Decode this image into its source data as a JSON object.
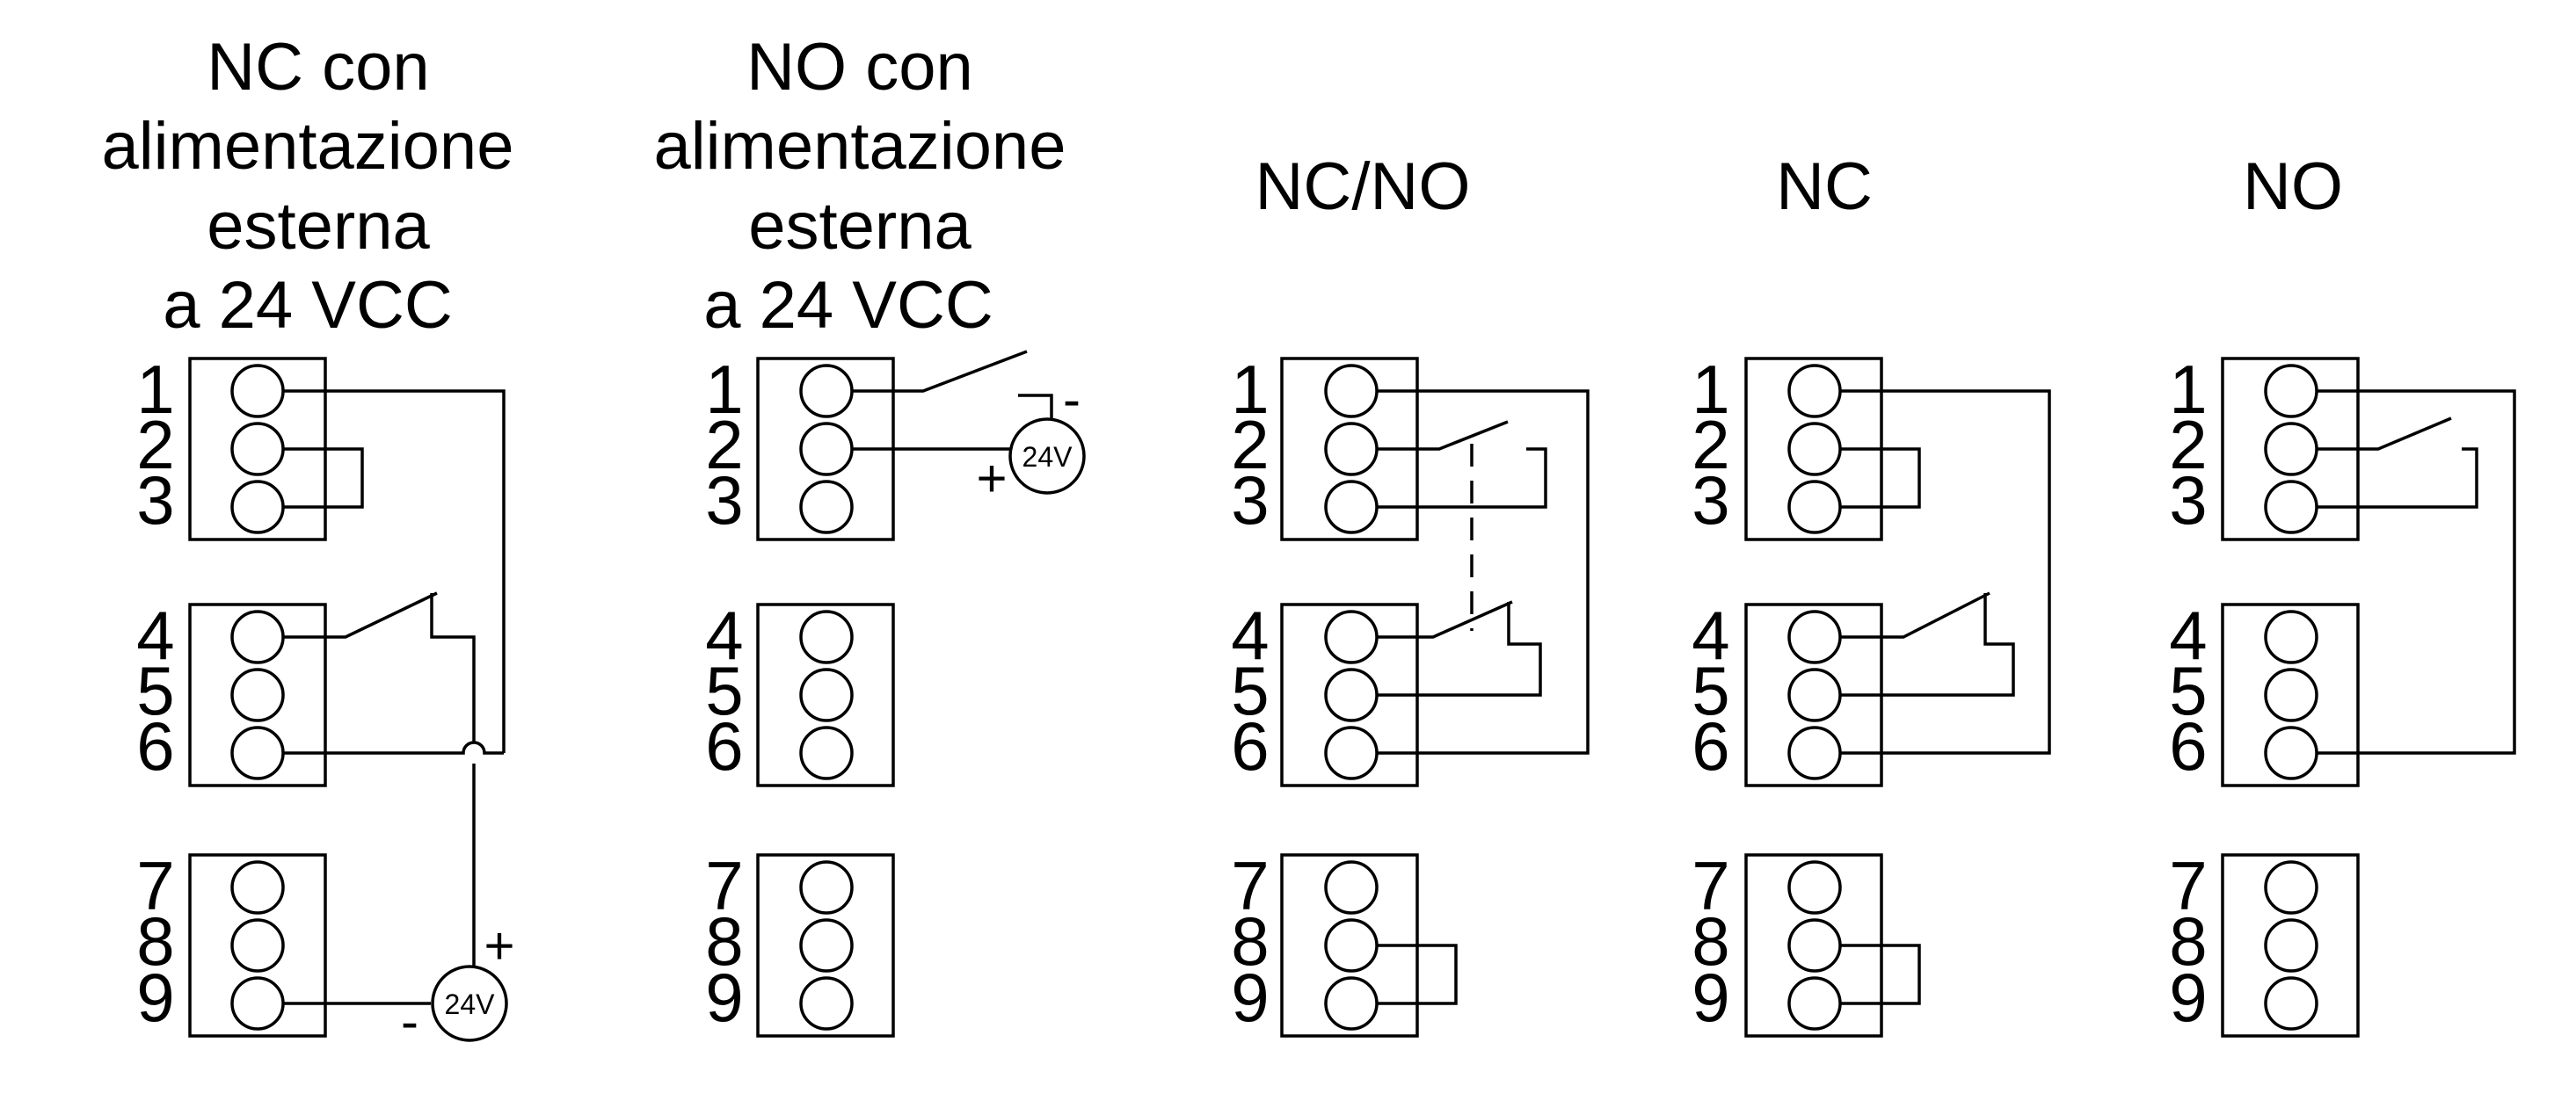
{
  "columns": [
    {
      "id": "nc-ext",
      "title_lines": [
        "NC con",
        "alimentazione",
        "esterna",
        "a 24 VCC"
      ]
    },
    {
      "id": "no-ext",
      "title_lines": [
        "NO con",
        "alimentazione",
        "esterna",
        "a 24 VCC"
      ]
    },
    {
      "id": "nc-no",
      "title_lines": [
        "NC/NO"
      ]
    },
    {
      "id": "nc",
      "title_lines": [
        "NC"
      ]
    },
    {
      "id": "no",
      "title_lines": [
        "NO"
      ]
    }
  ],
  "terminal_numbers": [
    "1",
    "2",
    "3",
    "4",
    "5",
    "6",
    "7",
    "8",
    "9"
  ],
  "supply": {
    "voltage_label": "24V",
    "plus_label": "+",
    "minus_label": "-"
  }
}
